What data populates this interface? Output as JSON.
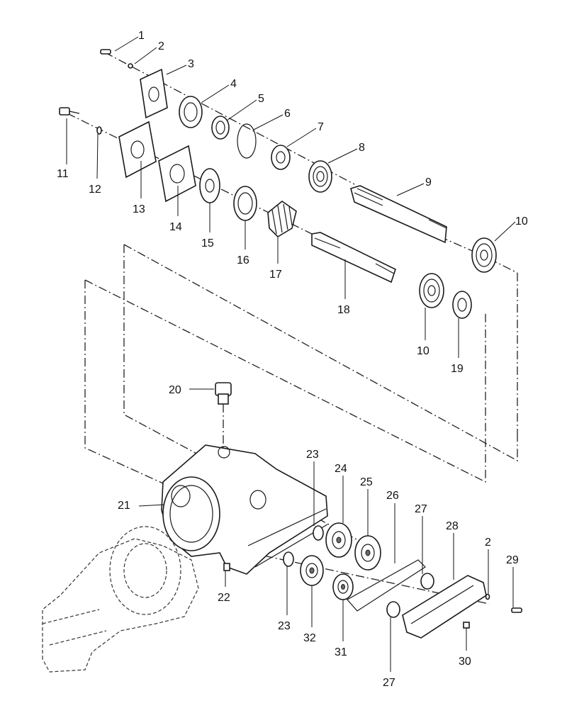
{
  "callouts": [
    {
      "id": "c1",
      "text": "1"
    },
    {
      "id": "c2a",
      "text": "2"
    },
    {
      "id": "c3",
      "text": "3"
    },
    {
      "id": "c4",
      "text": "4"
    },
    {
      "id": "c5",
      "text": "5"
    },
    {
      "id": "c6",
      "text": "6"
    },
    {
      "id": "c7",
      "text": "7"
    },
    {
      "id": "c8",
      "text": "8"
    },
    {
      "id": "c9",
      "text": "9"
    },
    {
      "id": "c10a",
      "text": "10"
    },
    {
      "id": "c11",
      "text": "11"
    },
    {
      "id": "c12",
      "text": "12"
    },
    {
      "id": "c13",
      "text": "13"
    },
    {
      "id": "c14",
      "text": "14"
    },
    {
      "id": "c15",
      "text": "15"
    },
    {
      "id": "c16",
      "text": "16"
    },
    {
      "id": "c17",
      "text": "17"
    },
    {
      "id": "c18",
      "text": "18"
    },
    {
      "id": "c10b",
      "text": "10"
    },
    {
      "id": "c19",
      "text": "19"
    },
    {
      "id": "c20",
      "text": "20"
    },
    {
      "id": "c21",
      "text": "21"
    },
    {
      "id": "c22",
      "text": "22"
    },
    {
      "id": "c23a",
      "text": "23"
    },
    {
      "id": "c23b",
      "text": "23"
    },
    {
      "id": "c24",
      "text": "24"
    },
    {
      "id": "c25",
      "text": "25"
    },
    {
      "id": "c26",
      "text": "26"
    },
    {
      "id": "c27a",
      "text": "27"
    },
    {
      "id": "c27b",
      "text": "27"
    },
    {
      "id": "c28",
      "text": "28"
    },
    {
      "id": "c2b",
      "text": "2"
    },
    {
      "id": "c29",
      "text": "29"
    },
    {
      "id": "c30",
      "text": "30"
    },
    {
      "id": "c31",
      "text": "31"
    },
    {
      "id": "c32",
      "text": "32"
    }
  ]
}
